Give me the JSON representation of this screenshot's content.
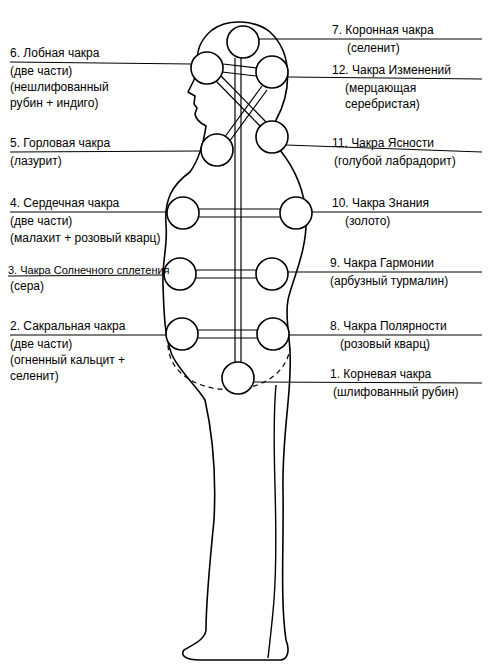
{
  "diagram": {
    "labels": [
      "7. Коронная чакра",
      "(селенит)",
      "6. Лобная чакра",
      "(две части)",
      "(нешлифованный рубин + индиго)",
      "12. Чакра Изменений",
      "(мерцающая серебристая)",
      "5. Горловая чакра",
      "(лазурит)",
      "11. Чакра Ясности",
      "(голубой лабрадорит)",
      "4. Сердечная чакра",
      "(две части)",
      "(малахит + розовый кварц)",
      "10. Чакра Знания",
      "(золото)",
      "3. Чакра Солнечного сплетения",
      "(сера)",
      "9. Чакра Гармонии",
      "(арбузный турмалин)",
      "2. Сакральная чакра",
      "(две части)",
      "(огненный кальцит + селенит)",
      "8. Чакра Полярности",
      "(розовый кварц)",
      "1. Корневая чакра",
      "(шлифованный рубин)"
    ]
  }
}
